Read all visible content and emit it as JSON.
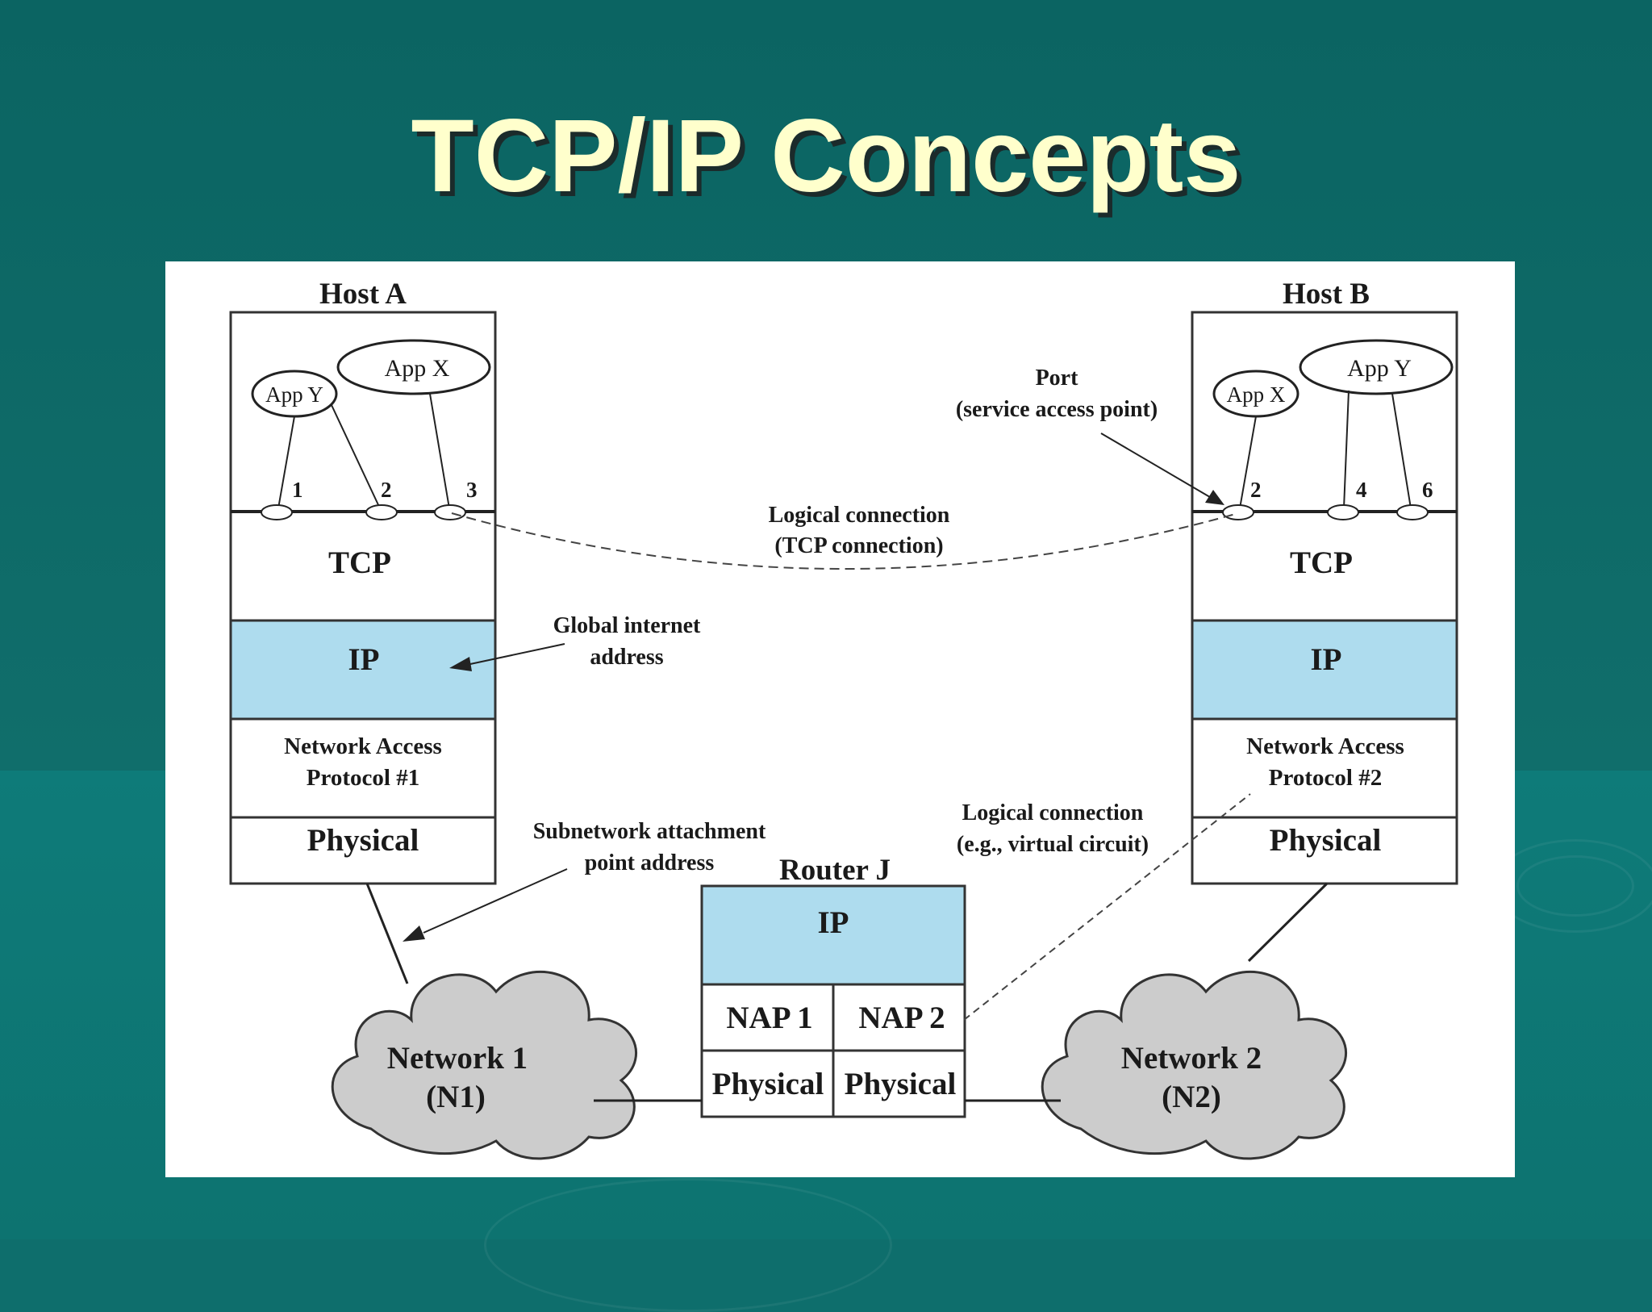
{
  "title": "TCP/IP Concepts",
  "colors": {
    "background": "#0e6e6c",
    "title_text": "#ffffcc",
    "ip_fill": "#aedcee",
    "cloud_fill": "#cccccc"
  },
  "host_a": {
    "label": "Host A",
    "apps": [
      "App Y",
      "App X"
    ],
    "ports": [
      "1",
      "2",
      "3"
    ],
    "layers": {
      "tcp": "TCP",
      "ip": "IP",
      "nap_line1": "Network Access",
      "nap_line2": "Protocol #1",
      "physical": "Physical"
    }
  },
  "host_b": {
    "label": "Host B",
    "apps": [
      "App X",
      "App Y"
    ],
    "ports": [
      "2",
      "4",
      "6"
    ],
    "layers": {
      "tcp": "TCP",
      "ip": "IP",
      "nap_line1": "Network Access",
      "nap_line2": "Protocol #2",
      "physical": "Physical"
    }
  },
  "router": {
    "label": "Router J",
    "ip": "IP",
    "nap1": "NAP 1",
    "nap2": "NAP 2",
    "physical1": "Physical",
    "physical2": "Physical"
  },
  "networks": [
    {
      "line1": "Network 1",
      "line2": "(N1)"
    },
    {
      "line1": "Network 2",
      "line2": "(N2)"
    }
  ],
  "annotations": {
    "port_line1": "Port",
    "port_line2": "(service access point)",
    "tcp_conn_line1": "Logical connection",
    "tcp_conn_line2": "(TCP connection)",
    "global_addr_line1": "Global internet",
    "global_addr_line2": "address",
    "subnet_line1": "Subnetwork attachment",
    "subnet_line2": "point address",
    "vc_line1": "Logical connection",
    "vc_line2": "(e.g., virtual circuit)"
  }
}
